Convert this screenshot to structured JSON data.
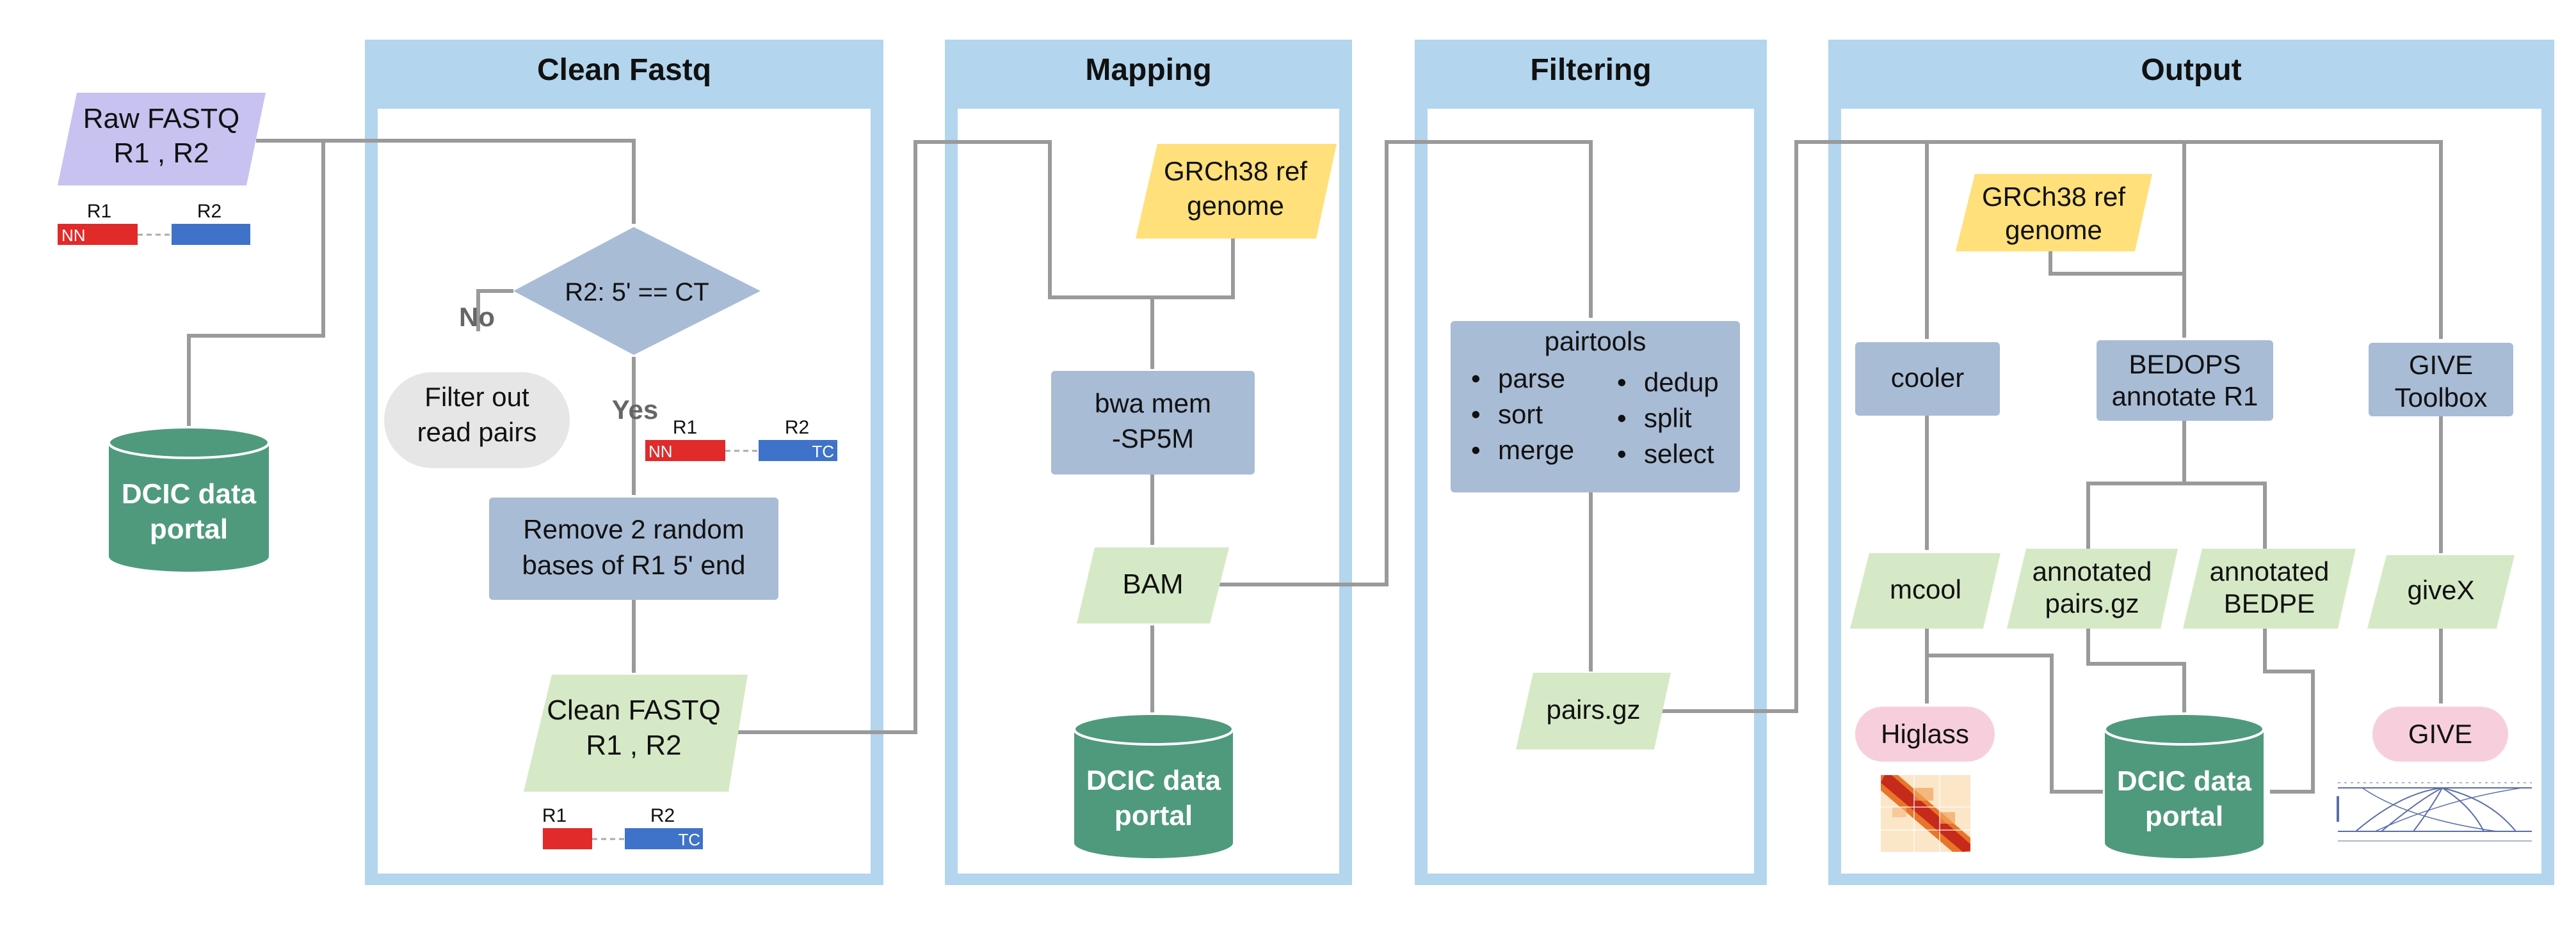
{
  "stages": {
    "clean_fastq": "Clean Fastq",
    "mapping": "Mapping",
    "filtering": "Filtering",
    "output": "Output"
  },
  "input": {
    "raw_fastq": [
      "Raw FASTQ",
      "R1 , R2"
    ]
  },
  "read_labels": {
    "r1": "R1",
    "r2": "R2",
    "nn": "NN",
    "tc": "TC"
  },
  "clean": {
    "decision": "R2: 5' == CT",
    "no": "No",
    "yes": "Yes",
    "filter": [
      "Filter out",
      "read pairs"
    ],
    "remove": [
      "Remove 2 random",
      "bases of R1 5' end"
    ],
    "clean_fastq": [
      "Clean FASTQ",
      "R1 , R2"
    ]
  },
  "mapping": {
    "ref": [
      "GRCh38 ref",
      "genome"
    ],
    "bwa": [
      "bwa mem",
      "-SP5M"
    ],
    "bam": "BAM"
  },
  "filtering": {
    "pairtools_title": "pairtools",
    "pairtools_left": [
      "parse",
      "sort",
      "merge"
    ],
    "pairtools_right": [
      "dedup",
      "split",
      "select"
    ],
    "pairs_gz": "pairs.gz"
  },
  "output": {
    "ref": [
      "GRCh38 ref",
      "genome"
    ],
    "cooler": "cooler",
    "bedops": [
      "BEDOPS",
      "annotate R1"
    ],
    "give_toolbox": [
      "GIVE",
      "Toolbox"
    ],
    "mcool": "mcool",
    "annotated_pairs": [
      "annotated",
      "pairs.gz"
    ],
    "annotated_bedpe": [
      "annotated",
      "BEDPE"
    ],
    "givex": "giveX",
    "higlass": "Higlass",
    "give": "GIVE"
  },
  "portal": [
    "DCIC data",
    "portal"
  ],
  "colors": {
    "stage_frame": "#b3d5ee",
    "process": "#a9bcd6",
    "data_green": "#d6e9c6",
    "reference_yellow": "#ffe07a",
    "input_purple": "#c7c2f0",
    "portal_green": "#4f9a7d",
    "filter_grey": "#e6e6e6",
    "viewer_pink": "#f7cfdc",
    "arrow_grey": "#9a9a9a",
    "r1_red": "#e12a2a",
    "r2_blue": "#3f72c9"
  }
}
